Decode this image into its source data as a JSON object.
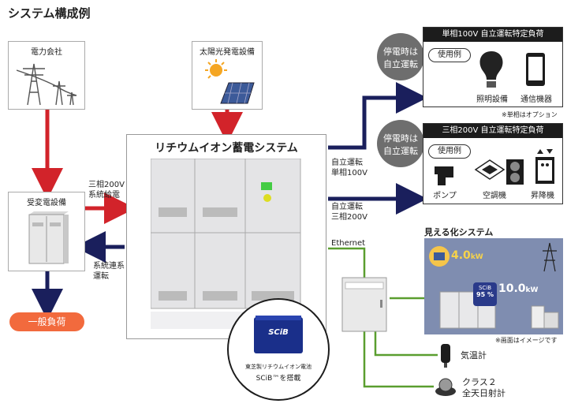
{
  "title": "システム構成例",
  "power_company": {
    "label": "電力会社"
  },
  "solar": {
    "label": "太陽光発電設備"
  },
  "substation": {
    "label": "受変電設備"
  },
  "general_load": {
    "label": "一般負荷"
  },
  "main_system": {
    "label": "リチウムイオン蓄電システム"
  },
  "battery": {
    "line1": "東芝製リチウムイオン電池",
    "line2": "SCiB™を搭載",
    "logo": "SCiB"
  },
  "flows": {
    "supply_in": [
      "三相200V",
      "系統給電"
    ],
    "grid_link": [
      "系統連系",
      "運転"
    ],
    "out_single": [
      "自立運転",
      "単相100V"
    ],
    "out_three": [
      "自立運転",
      "三相200V"
    ],
    "ethernet": "Ethernet"
  },
  "load_single": {
    "header": "単相100V 自立運転特定負荷",
    "badge": [
      "停電時は",
      "自立運転"
    ],
    "usage": "使用例",
    "items": [
      "照明設備",
      "通信機器"
    ],
    "note": "※単相はオプション"
  },
  "load_three": {
    "header": "三相200V 自立運転特定負荷",
    "badge": [
      "停電時は",
      "自立運転"
    ],
    "usage": "使用例",
    "items": [
      "ポンプ",
      "空調機",
      "昇降機"
    ]
  },
  "visual": {
    "title": "見える化システム",
    "solar_value": "4.0",
    "solar_unit": "kW",
    "battery_label": "SCiB",
    "battery_pct": "95 %",
    "battery_value": "10.0",
    "battery_unit": "kW",
    "note": "※画面はイメージです"
  },
  "sensors": {
    "thermometer": "気温計",
    "pyranometer": [
      "クラス２",
      "全天日射計"
    ]
  },
  "colors": {
    "red_arrow": "#d2232a",
    "navy_arrow": "#1a1f5c",
    "green_line": "#5a9e2f",
    "orange": "#f26a3d"
  }
}
